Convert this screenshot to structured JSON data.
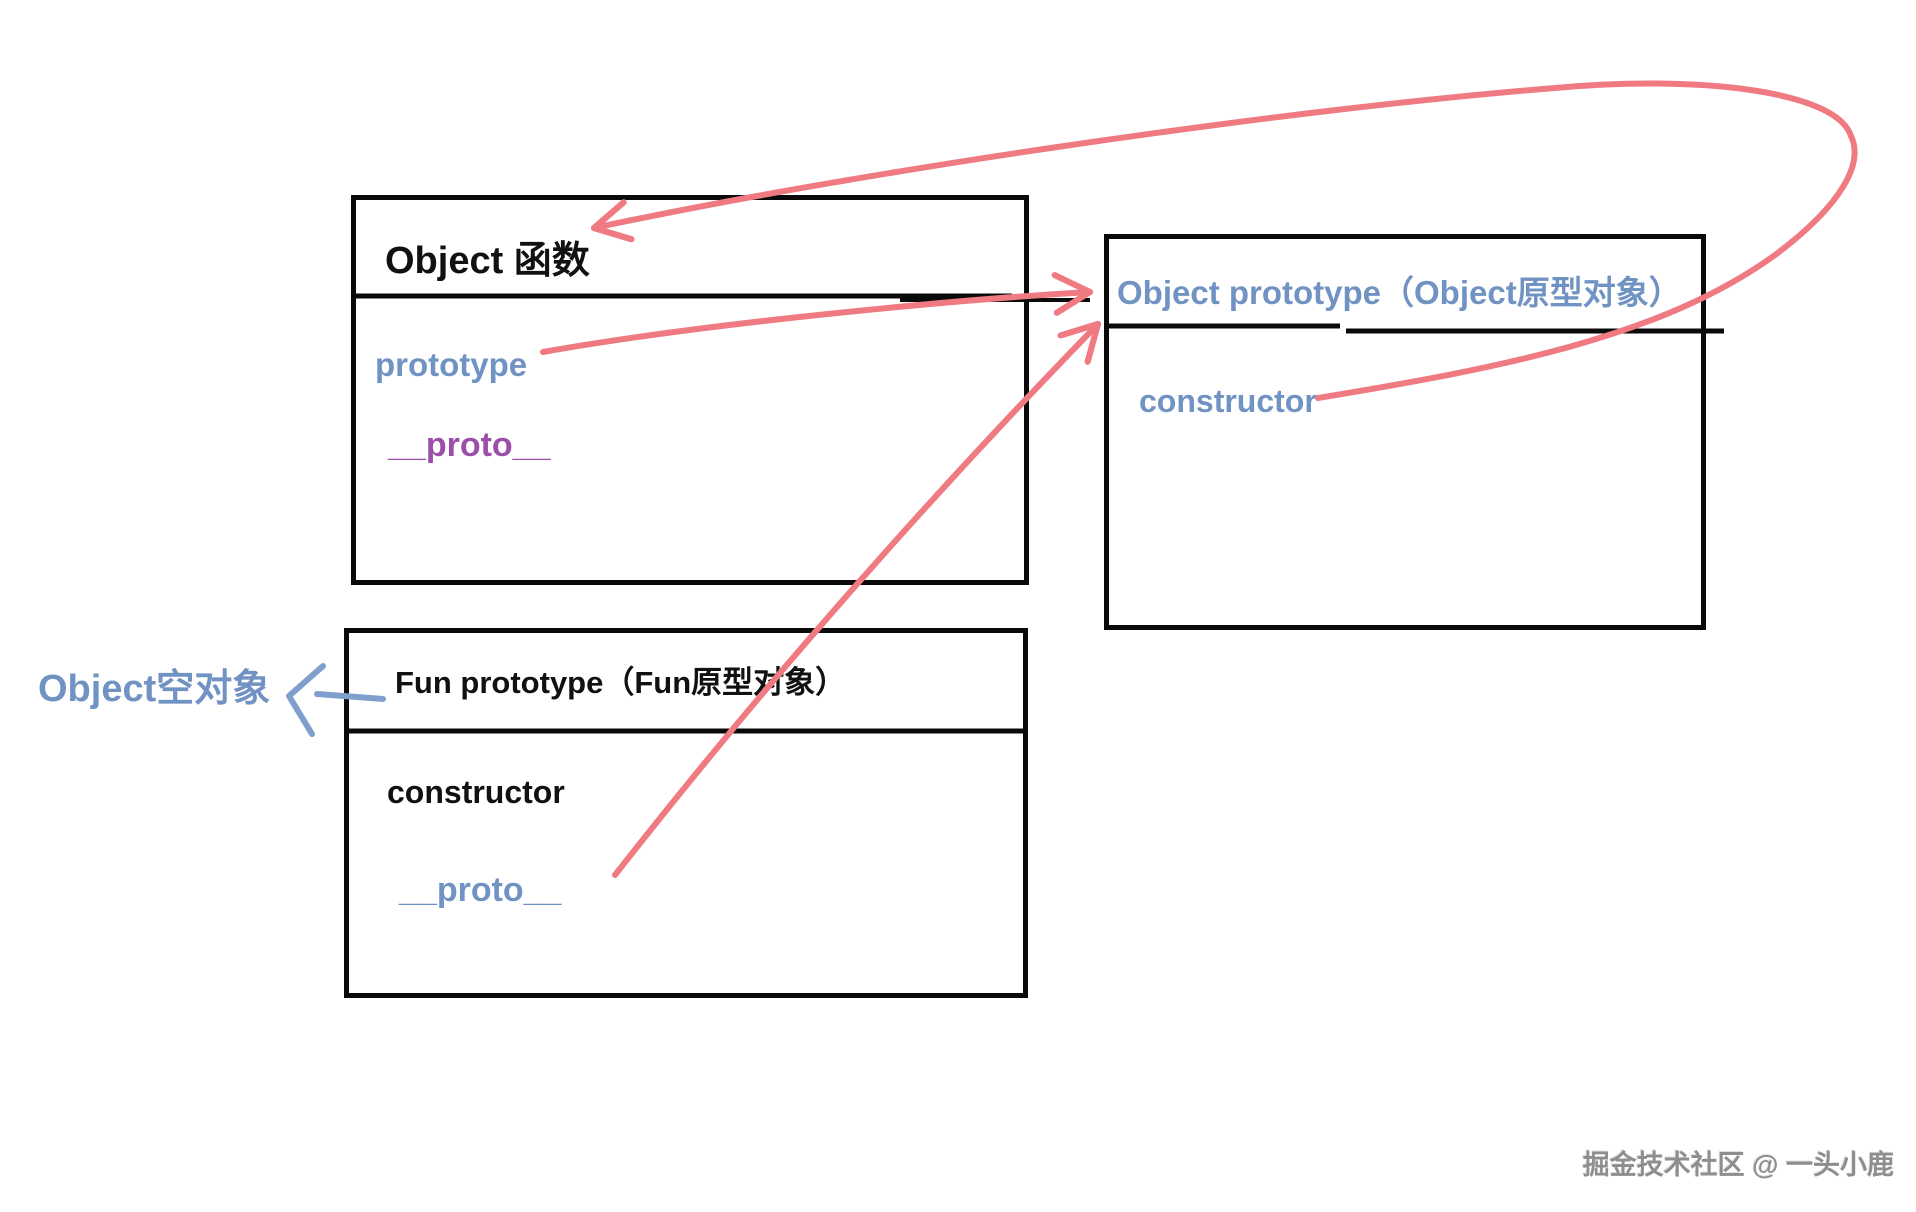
{
  "diagram": {
    "boxes": {
      "object_function": {
        "title": "Object 函数",
        "members": {
          "prototype_label": "prototype",
          "proto_label": "__proto__"
        }
      },
      "object_prototype": {
        "title": "Object prototype（Object原型对象）",
        "members": {
          "constructor_label": "constructor"
        }
      },
      "fun_prototype": {
        "title": "Fun prototype（Fun原型对象）",
        "members": {
          "constructor_label": "constructor",
          "proto_label": "__proto__"
        }
      }
    },
    "labels": {
      "object_empty": "Object空对象"
    },
    "watermark": "掘金技术社区 @ 一头小鹿",
    "arrows": [
      {
        "name": "prototype-to-object-prototype",
        "color": "red",
        "from": "Object函数.prototype",
        "to": "Object prototype box"
      },
      {
        "name": "fun-proto-to-object-prototype",
        "color": "red",
        "from": "Fun prototype.__proto__",
        "to": "Object prototype box"
      },
      {
        "name": "constructor-loop-to-object-function",
        "color": "red",
        "from": "Object prototype.constructor",
        "to": "Object 函数 box"
      },
      {
        "name": "fun-prototype-to-object-empty",
        "color": "blue",
        "from": "Fun prototype box",
        "to": "Object空对象"
      }
    ],
    "colors": {
      "red_arrow": "#f07a82",
      "blue_text": "#7193c4",
      "purple_text": "#9c4fa9",
      "blue_arrow": "#7f9fcc",
      "box_border": "#0a0a0a",
      "title_text": "#111111",
      "watermark": "#8e8e8e",
      "background": "#ffffff"
    }
  }
}
